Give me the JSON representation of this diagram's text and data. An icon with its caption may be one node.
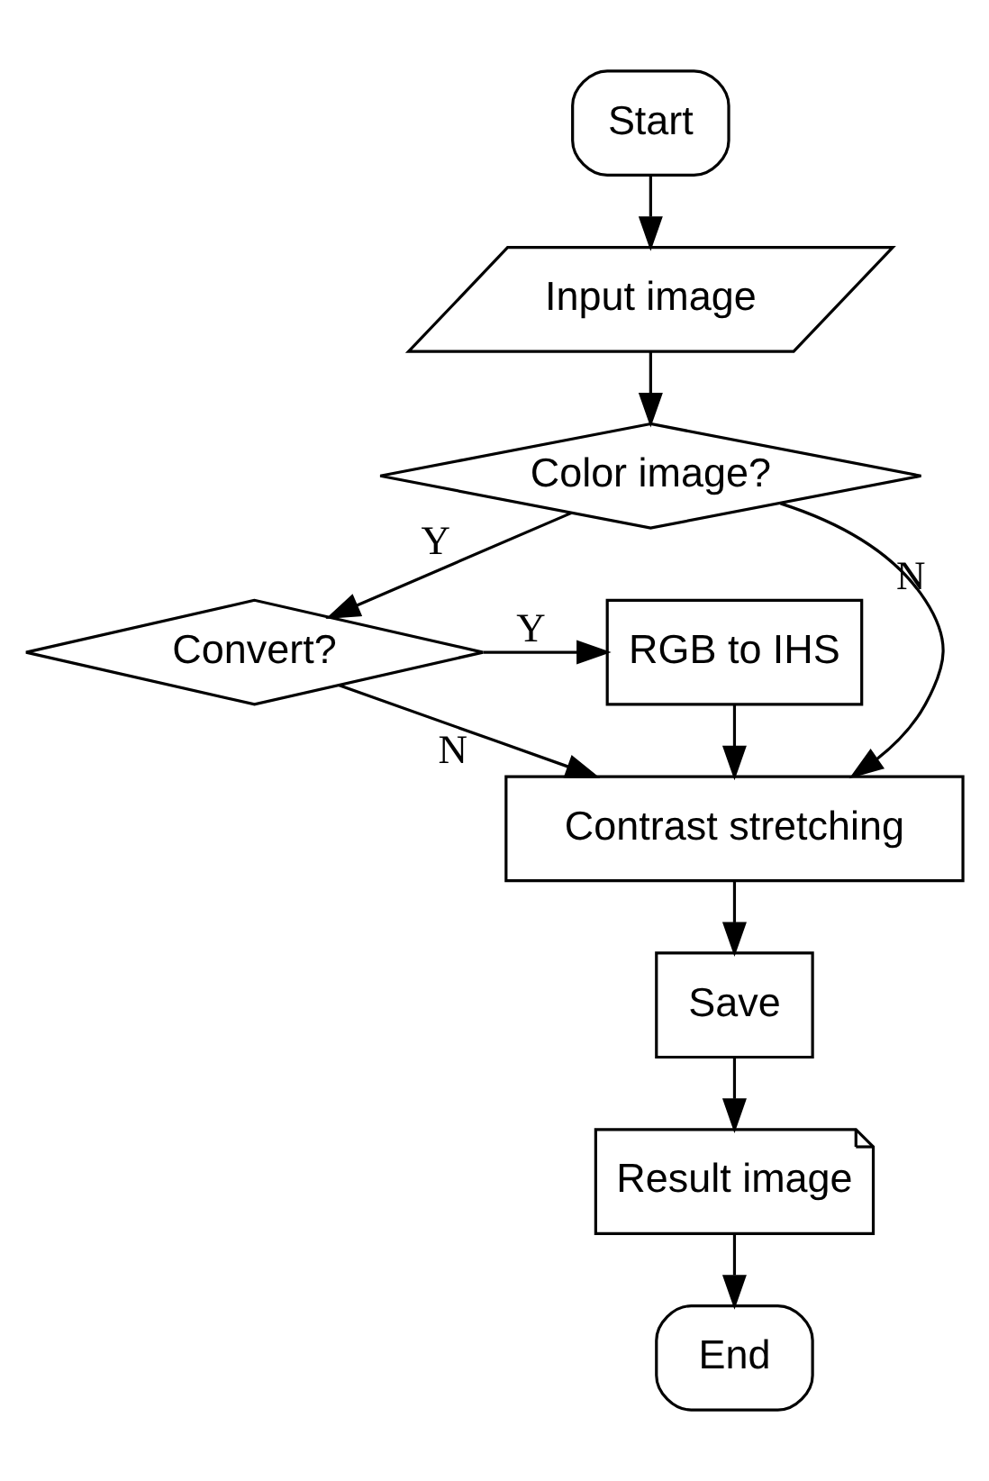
{
  "diagram": {
    "nodes": [
      {
        "text": [
          "Start"
        ]
      },
      {
        "text": [
          "Input image"
        ]
      },
      {
        "text": [
          "Color image?"
        ]
      },
      {
        "text": [
          "Convert?"
        ]
      },
      {
        "text": [
          "RGB to IHS"
        ]
      },
      {
        "text": [
          "Contrast stretching"
        ]
      },
      {
        "text": [
          "Save"
        ]
      },
      {
        "text": [
          "Result image"
        ]
      },
      {
        "text": [
          "End"
        ]
      }
    ],
    "edges": [
      {
        "from": 0,
        "to": 1,
        "arrow": "to"
      },
      {
        "from": 1,
        "to": 2,
        "arrow": "to"
      },
      {
        "from": 2,
        "to": 3,
        "arrow": "to",
        "label": "Y"
      },
      {
        "from": 2,
        "to": 5,
        "arrow": "to",
        "label": "N"
      },
      {
        "from": 3,
        "to": 4,
        "arrow": "to",
        "label": "Y"
      },
      {
        "from": 3,
        "to": 5,
        "arrow": "to",
        "label": "N"
      },
      {
        "from": 4,
        "to": 5,
        "arrow": "to"
      },
      {
        "from": 5,
        "to": 6,
        "arrow": "to"
      },
      {
        "from": 6,
        "to": 7,
        "arrow": "to"
      },
      {
        "from": 7,
        "to": 8,
        "arrow": "to"
      }
    ]
  }
}
